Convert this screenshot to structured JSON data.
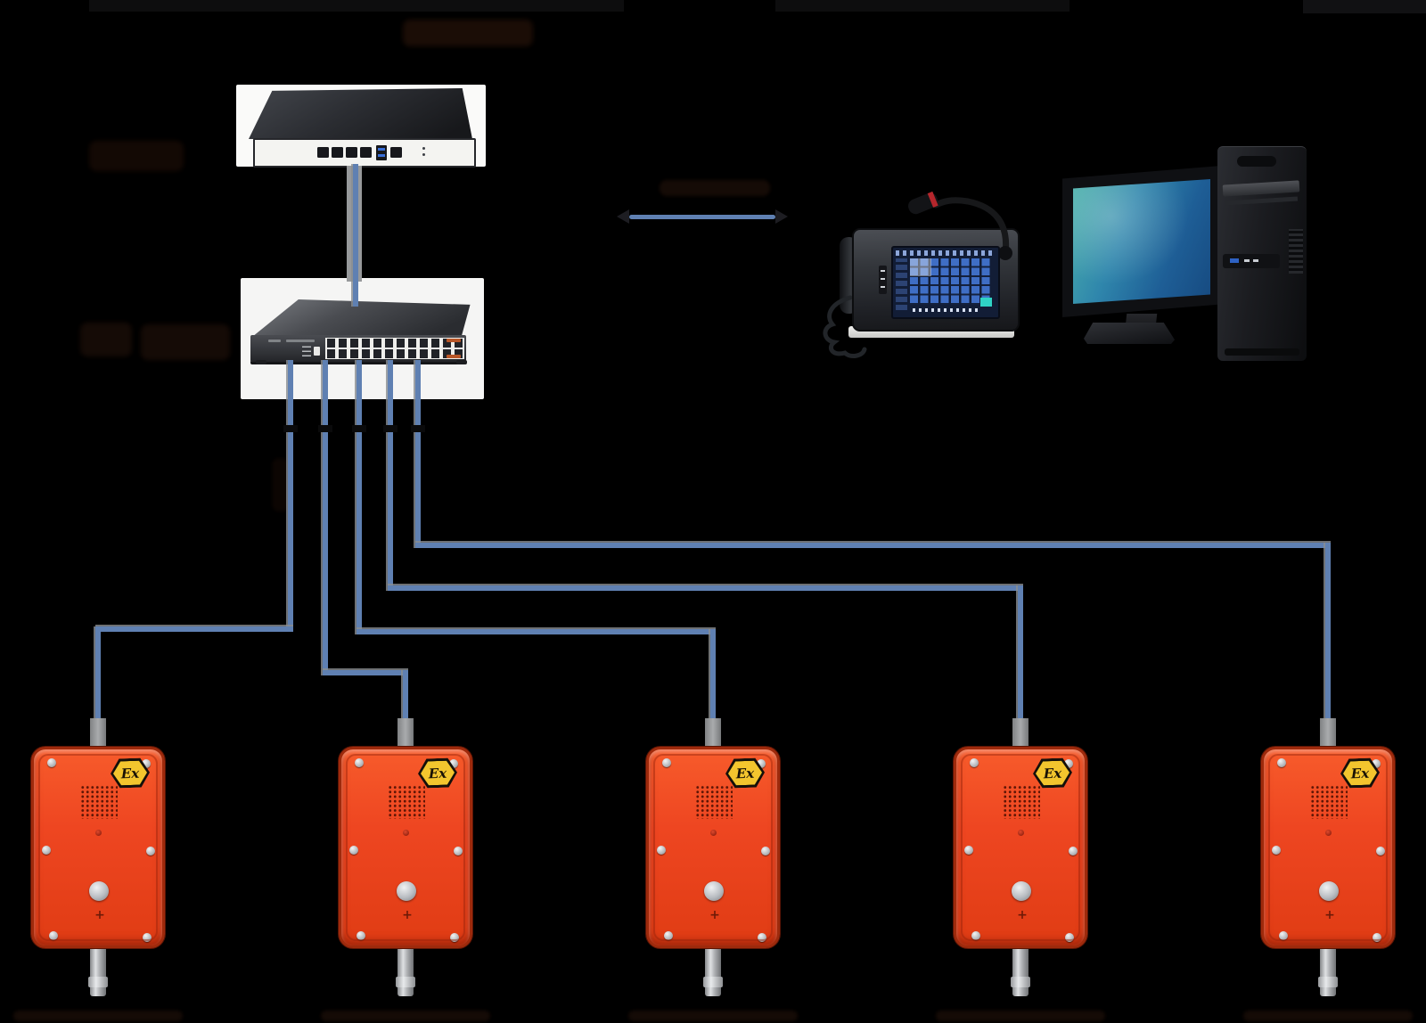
{
  "diagram": {
    "type": "network-topology",
    "nodes": [
      {
        "id": "ip-pbx-server",
        "kind": "rack-mount IP PBX server appliance"
      },
      {
        "id": "network-switch",
        "kind": "24-port ethernet switch"
      },
      {
        "id": "dispatch-console",
        "kind": "touchscreen dispatch console with handset and gooseneck microphone"
      },
      {
        "id": "management-pc",
        "kind": "desktop computer with widescreen monitor and tower"
      },
      {
        "id": "ex-telephone-1",
        "kind": "explosion-proof telephone"
      },
      {
        "id": "ex-telephone-2",
        "kind": "explosion-proof telephone"
      },
      {
        "id": "ex-telephone-3",
        "kind": "explosion-proof telephone"
      },
      {
        "id": "ex-telephone-4",
        "kind": "explosion-proof telephone"
      },
      {
        "id": "ex-telephone-5",
        "kind": "explosion-proof telephone"
      }
    ],
    "edges": [
      {
        "from": "ip-pbx-server",
        "to": "network-switch"
      },
      {
        "from": "network-switch",
        "to": "ex-telephone-1"
      },
      {
        "from": "network-switch",
        "to": "ex-telephone-2"
      },
      {
        "from": "network-switch",
        "to": "ex-telephone-3"
      },
      {
        "from": "network-switch",
        "to": "ex-telephone-4"
      },
      {
        "from": "network-switch",
        "to": "ex-telephone-5"
      },
      {
        "from": "ip-pbx-server",
        "to": "dispatch-console",
        "style": "horizontal-arrow"
      }
    ],
    "counts": {
      "telephones": 5,
      "switch_ports": 24
    }
  },
  "phones": [
    {
      "badge": "Ex"
    },
    {
      "badge": "Ex"
    },
    {
      "badge": "Ex"
    },
    {
      "badge": "Ex"
    },
    {
      "badge": "Ex"
    }
  ],
  "colors": {
    "line_blue": "#5f80b2",
    "whitebox": "#fafaf9",
    "phone_body": "#ee4621",
    "badge_yellow": "#f3c52e",
    "console_screen_bg": "#121d36",
    "console_tile": "#3f6ec5",
    "console_teal": "#2fd3c5",
    "monitor_teal_1": "#4cb3ab",
    "monitor_teal_2": "#164a80",
    "smudge": "#170c07"
  }
}
